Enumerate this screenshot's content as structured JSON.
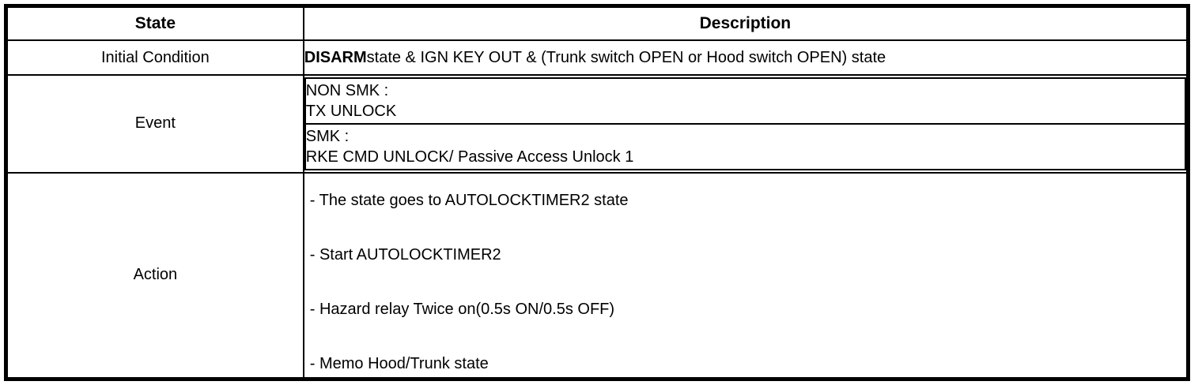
{
  "table": {
    "headers": {
      "state": "State",
      "description": "Description"
    },
    "rows": [
      {
        "state": "Initial Condition",
        "description_bold_prefix": "DISARM",
        "description_rest": "state & IGN KEY OUT & (Trunk switch OPEN or Hood switch OPEN) state"
      },
      {
        "state": "Event",
        "sub_rows": [
          {
            "line1": "NON SMK :",
            "line2": "TX UNLOCK"
          },
          {
            "line1": "SMK :",
            "line2": "RKE CMD UNLOCK/ Passive Access Unlock 1"
          }
        ]
      },
      {
        "state": "Action",
        "actions": [
          "-  The state goes to AUTOLOCKTIMER2 state",
          "-  Start AUTOLOCKTIMER2",
          "-  Hazard relay Twice on(0.5s ON/0.5s OFF)",
          "-  Memo Hood/Trunk state"
        ]
      }
    ]
  }
}
